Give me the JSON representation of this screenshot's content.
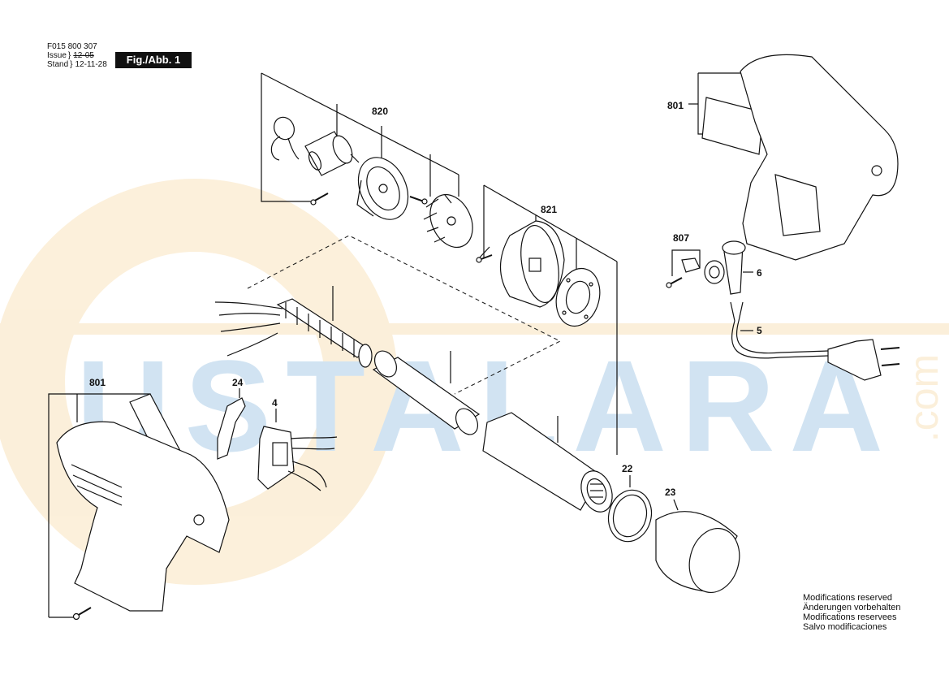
{
  "header": {
    "doc_number": "F015 800 307",
    "issue_label": "Issue",
    "stand_label": "Stand",
    "issue_old_date": "12-05",
    "issue_new_date": "12-11-28",
    "figure_label": "Fig./Abb. 1"
  },
  "watermark": {
    "text": "USTALARA",
    "suffix": ".com",
    "color": "#1f7ac2",
    "ring_color": "#f0b54a"
  },
  "callouts": {
    "c801_top": "801",
    "c820": "820",
    "c821": "821",
    "c807": "807",
    "c6": "6",
    "c5": "5",
    "c801_left": "801",
    "c24": "24",
    "c4": "4",
    "c22": "22",
    "c23": "23"
  },
  "notes": {
    "en": "Modifications reserved",
    "de": "Änderungen vorbehalten",
    "fr": "Modifications reservees",
    "es": "Salvo modificaciones"
  }
}
